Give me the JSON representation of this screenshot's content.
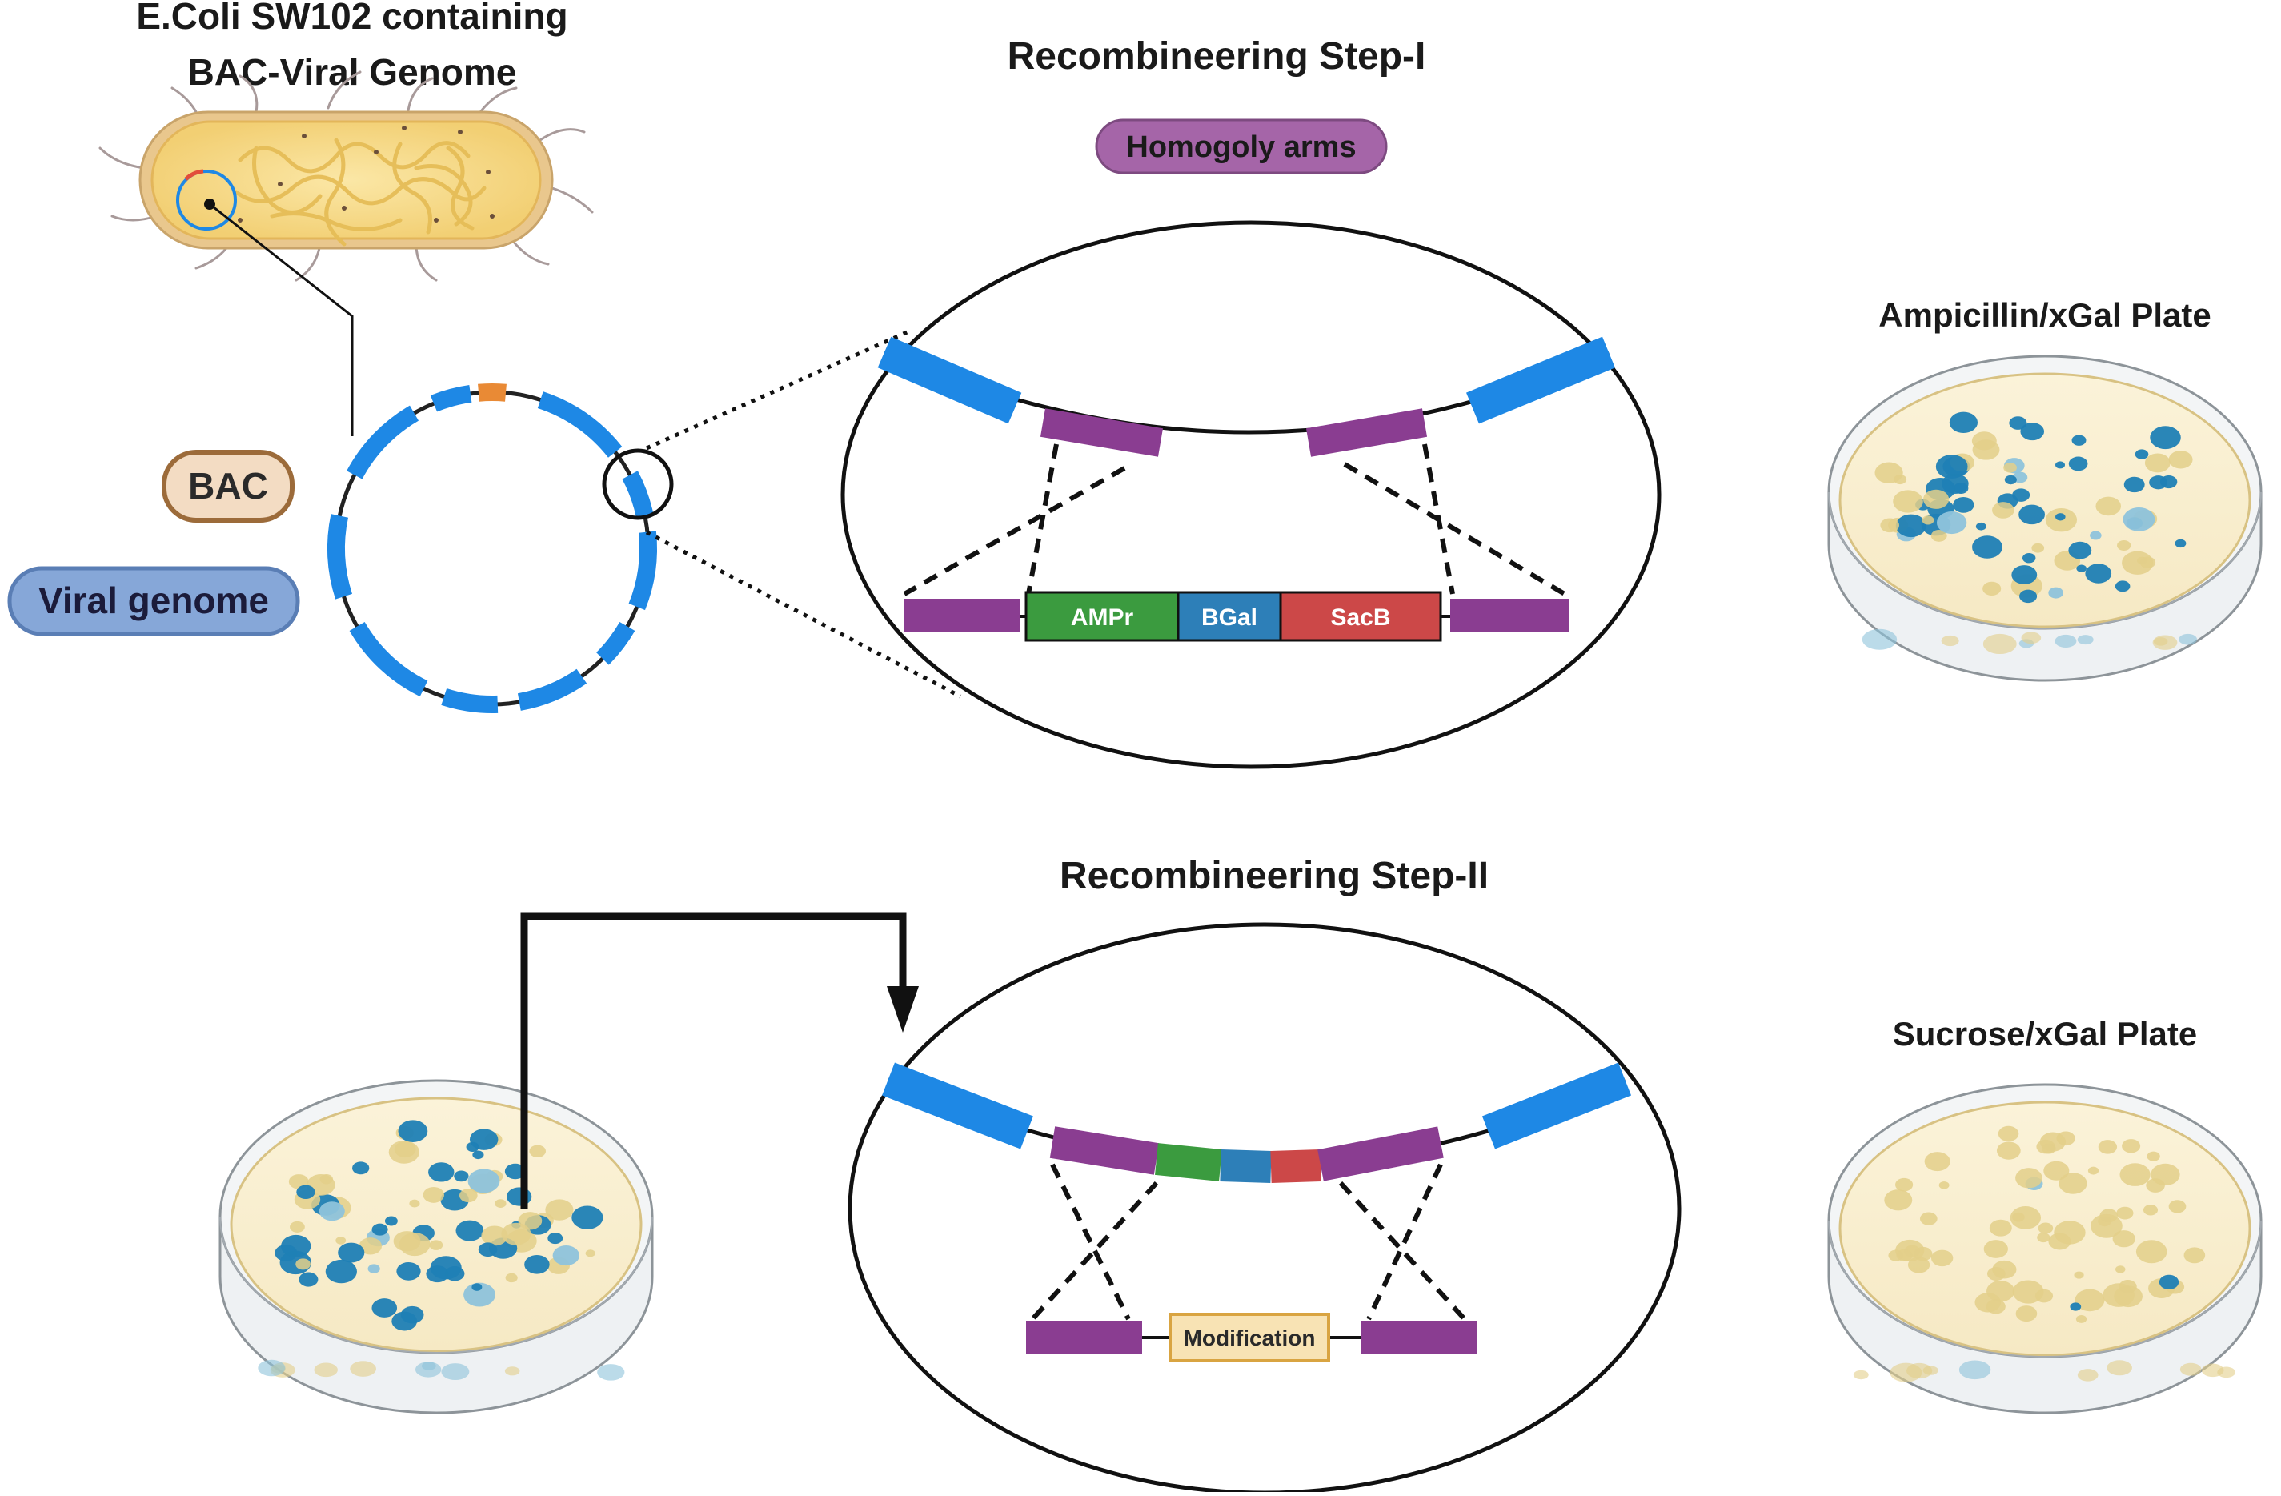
{
  "bacterium": {
    "title_line1": "E.Coli SW102 containing",
    "title_line2": "BAC-Viral Genome"
  },
  "labels": {
    "bac": "BAC",
    "viral_genome": "Viral genome",
    "homology_arms": "Homogoly arms",
    "step1_title": "Recombineering Step-I",
    "step2_title": "Recombineering Step-II"
  },
  "cassette": {
    "ampr": "AMPr",
    "bgal": "BGal",
    "sacb": "SacB",
    "modification": "Modification"
  },
  "plates": {
    "plate1_label": "Ampicillin/xGal Plate",
    "plate2_label": "Sucrose/xGal Plate"
  },
  "colors": {
    "viral_blue": "#1e88e5",
    "homology_purple": "#8a3d91",
    "ampr_green": "#3b9b3f",
    "bgal_blue": "#2d7fb8",
    "sacb_red": "#cc4848",
    "bac_orange": "#e98a35",
    "bac_pill_fill": "#f3dcc3",
    "bac_pill_stroke": "#9c6b3a",
    "viral_pill_fill": "#86a7d8",
    "viral_pill_stroke": "#5a7eb5",
    "homology_pill_fill": "#a565a8",
    "modification_fill": "#f8e3b4",
    "modification_stroke": "#d9a441",
    "blue_colony": "#1f7fb5",
    "light_blue_colony": "#8ec3db",
    "yellow_colony": "#e3cf8a"
  },
  "icons": [
    "bacterium-icon",
    "circular-genome-icon",
    "petri-dish-icon",
    "arrow-down-icon"
  ]
}
